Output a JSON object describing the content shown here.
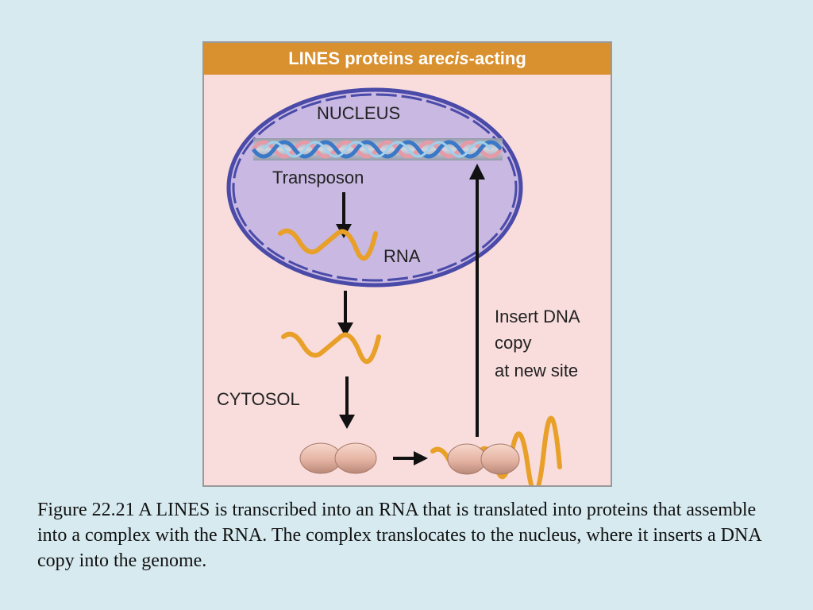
{
  "figure": {
    "title_prefix": "LINES proteins are ",
    "title_italic": "cis",
    "title_suffix": "-acting",
    "labels": {
      "nucleus": "NUCLEUS",
      "transposon": "Transposon",
      "rna": "RNA",
      "cytosol": "CYTOSOL",
      "insert_line1": "Insert DNA",
      "insert_line2": "copy",
      "insert_line3": "at new site"
    },
    "colors": {
      "header": "#d9902f",
      "panel_background": "#f9dcdc",
      "nucleus_fill": "#c8b8e2",
      "nucleus_membrane": "#4a4aa8",
      "rna_strand": "#e8a028",
      "protein": "#e8b8a8"
    }
  },
  "caption": "Figure 22.21  A LINES is transcribed into an RNA that is translated into proteins that assemble into a complex with the RNA. The complex translocates to the nucleus, where it inserts a DNA copy into the genome."
}
